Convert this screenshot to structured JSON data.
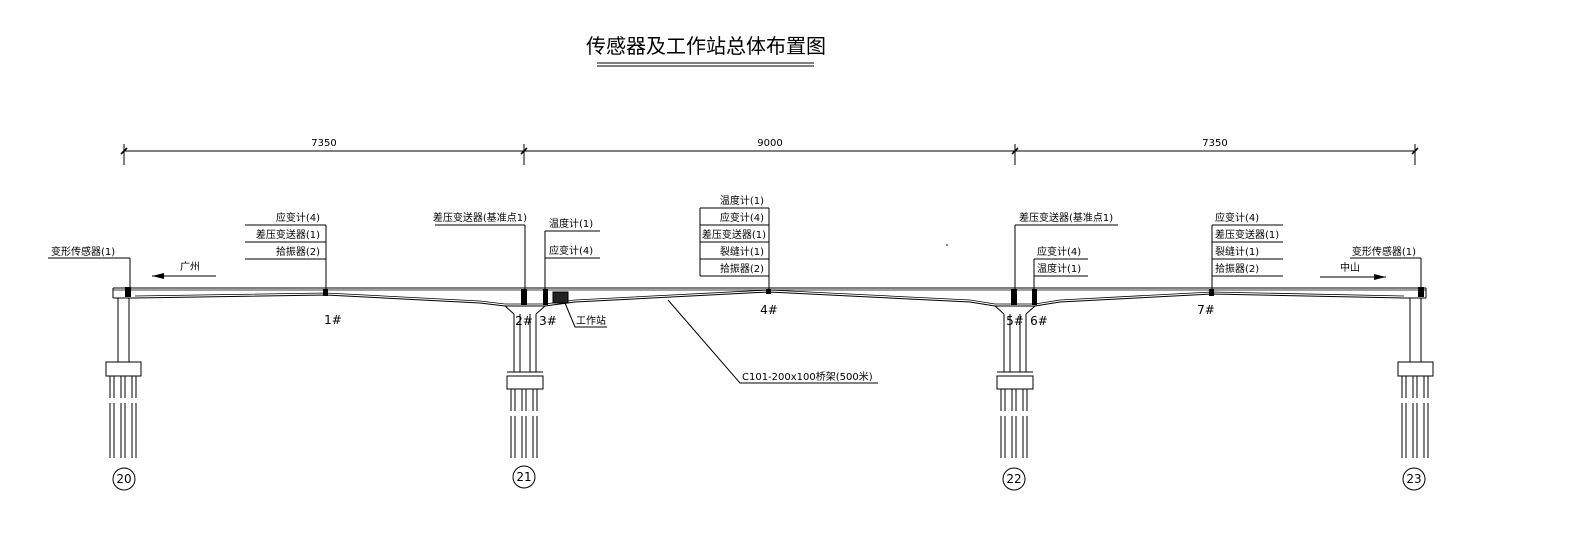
{
  "title": "传感器及工作站总体布置图",
  "dimensions": [
    "7350",
    "9000",
    "7350"
  ],
  "directions": {
    "left": "广州",
    "right": "中山"
  },
  "pier_numbers": [
    "20",
    "21",
    "22",
    "23"
  ],
  "sensor_points": [
    "1#",
    "2#",
    "3#",
    "4#",
    "5#",
    "6#",
    "7#"
  ],
  "workstation_label": "工作站",
  "bridge_frame_label": "C101-200x100桥架(500米)",
  "label_groups": {
    "g20": [
      "变形传感器(1)"
    ],
    "g1": [
      "应变计(4)",
      "差压变送器(1)",
      "拾振器(2)"
    ],
    "g2": [
      "差压变送器(基准点1)"
    ],
    "g3": [
      "温度计(1)",
      "应变计(4)"
    ],
    "g4": [
      "温度计(1)",
      "应变计(4)",
      "差压变送器(1)",
      "裂缝计(1)",
      "拾振器(2)"
    ],
    "g5": [
      "差压变送器(基准点1)"
    ],
    "g6": [
      "应变计(4)",
      "温度计(1)"
    ],
    "g7": [
      "应变计(4)",
      "差压变送器(1)",
      "裂缝计(1)",
      "拾振器(2)"
    ],
    "g23": [
      "变形传感器(1)"
    ]
  }
}
